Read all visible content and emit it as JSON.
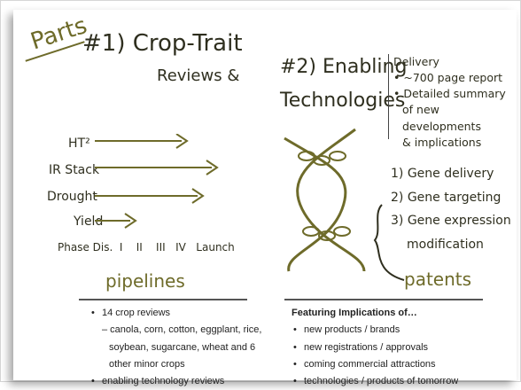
{
  "title": {
    "parts": "Parts",
    "crop_a": "#1) Crop-Trait",
    "crop_b": "Reviews &",
    "tech_a": "#2) Enabling",
    "tech_b": "Technologies"
  },
  "delivery": {
    "heading": "Delivery",
    "items": [
      "~700 page report",
      "Detailed summary",
      "of new developments",
      "& implications"
    ]
  },
  "pipelines": {
    "labels": [
      "HT²",
      "IR Stack",
      "Drought",
      "Yield"
    ],
    "phases": "Phase Dis.  I    II    III   IV   Launch",
    "heading": "pipelines"
  },
  "tech_steps": [
    "1) Gene delivery",
    "2) Gene targeting",
    "3) Gene expression",
    "modification"
  ],
  "patents": "patents",
  "left_column": {
    "items": [
      "14 crop reviews",
      "– canola, corn, cotton, eggplant, rice,",
      "soybean, sugarcane, wheat and 6",
      "other minor crops",
      "enabling technology reviews"
    ]
  },
  "right_column": {
    "heading": "Featuring Implications of…",
    "items": [
      "new products / brands",
      "new registrations / approvals",
      "coming commercial attractions",
      "technologies / products of tomorrow"
    ]
  }
}
